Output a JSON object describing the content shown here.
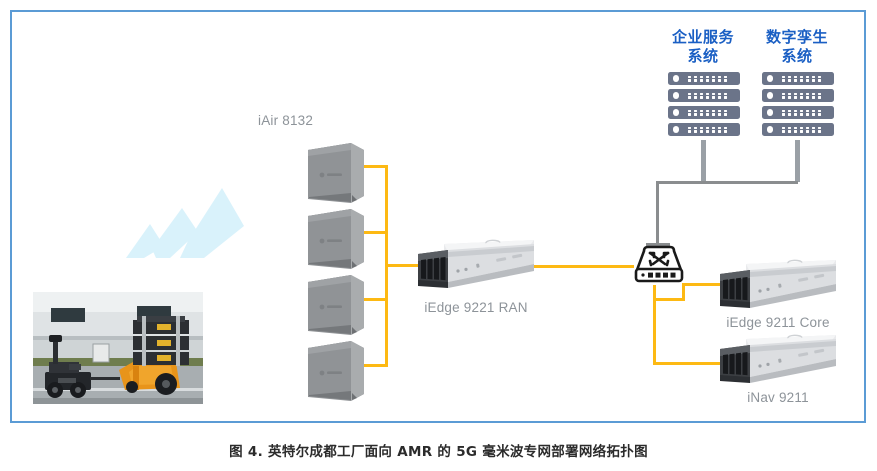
{
  "figure": {
    "caption": "图 4. 英特尔成都工厂面向 AMR 的 5G 毫米波专网部署网络拓扑图",
    "frame_color": "#5b9bd5",
    "background": "#ffffff"
  },
  "colors": {
    "heading_blue": "#1a5fc4",
    "device_label_gray": "#8d9399",
    "link_orange": "#fdb913",
    "link_gray": "#8a8d8f",
    "server_unit": "#6b7489",
    "signal_cyan": "#d9f2fb"
  },
  "headings": [
    {
      "name": "enterprise-service-system",
      "line1": "企业服务",
      "line2": "系统"
    },
    {
      "name": "digital-twin-system",
      "line1": "数字孪生",
      "line2": "系统"
    }
  ],
  "devices": {
    "access_point_group_label": "iAir 8132",
    "access_points": [
      {
        "label": "iAir 8132"
      },
      {
        "label": "iAir 8132"
      },
      {
        "label": "iAir 8132"
      },
      {
        "label": "iAir 8132"
      }
    ],
    "ran_server": {
      "label": "iEdge 9221 RAN"
    },
    "core_server": {
      "label": "iEdge 9211 Core"
    },
    "nav_server": {
      "label": "iNav 9211"
    },
    "switch": {
      "name": "network-switch",
      "icon": "switch-crossing-arrows-icon"
    }
  },
  "server_stacks": [
    {
      "name": "enterprise-service-stack",
      "units": 4
    },
    {
      "name": "digital-twin-stack",
      "units": 4
    }
  ],
  "photo": {
    "name": "amr-robot-photo",
    "alt": "AMR tugger robot pulling a cart loaded with panels outside a factory building"
  },
  "signal": {
    "name": "wireless-signal-icon",
    "bars": 3
  }
}
